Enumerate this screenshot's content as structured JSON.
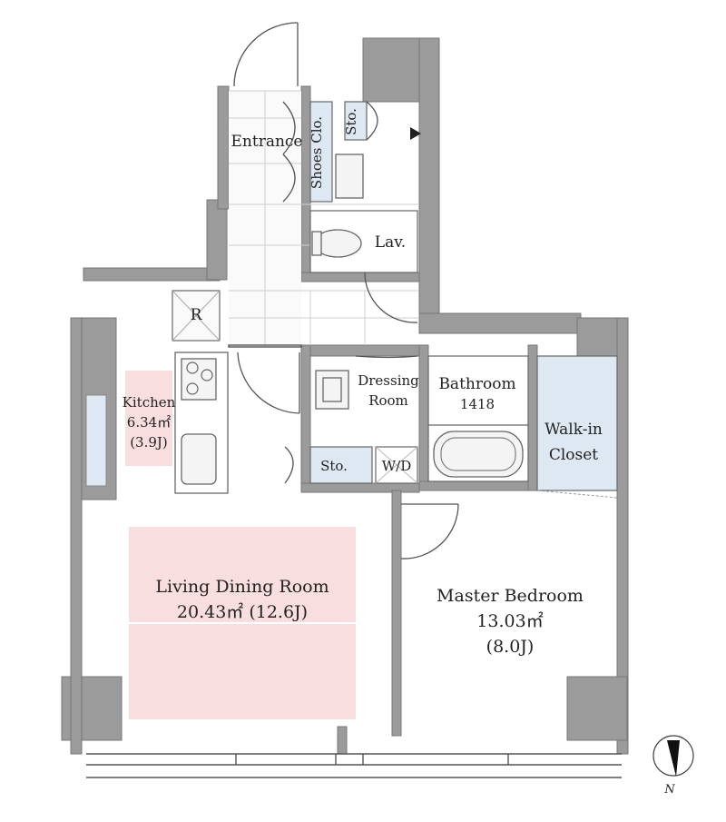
{
  "rooms": {
    "entrance": "Entrance",
    "shoes_closet": "Shoes Clo.",
    "storage_entry": "Sto.",
    "lavatory": "Lav.",
    "refrigerator": "R",
    "kitchen": "Kitchen",
    "kitchen_area_m2": "6.34㎡",
    "kitchen_area_j": "(3.9J)",
    "dressing_room_1": "Dressing",
    "dressing_room_2": "Room",
    "bathroom": "Bathroom",
    "bathroom_size": "1418",
    "walk_in_closet_1": "Walk-in",
    "walk_in_closet_2": "Closet",
    "storage_dressing": "Sto.",
    "washer_dryer": "W/D",
    "living_dining": "Living Dining Room",
    "living_dining_area": "20.43㎡ (12.6J)",
    "master_bedroom": "Master Bedroom",
    "master_bedroom_area_m2": "13.03㎡",
    "master_bedroom_area_j": "(8.0J)"
  },
  "compass": {
    "north_label": "N"
  },
  "colors": {
    "wall": "#9b9b9b",
    "living_tint": "#f8dede",
    "kitchen_tint": "#f8dede",
    "closet_tint": "#dde8f3",
    "outline": "#555555"
  }
}
